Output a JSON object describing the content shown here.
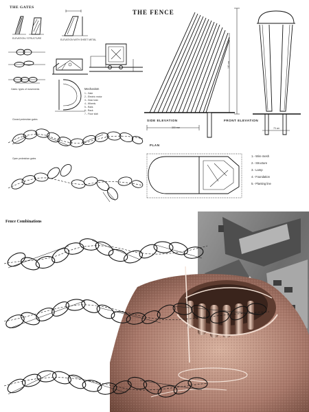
{
  "sheet": {
    "title_gates": "THE GATES",
    "title_fence": "THE FENCE",
    "title_combinations": "Fence Combinations"
  },
  "gates": {
    "elevation_label": "ELEVATION / STRUCTURE",
    "elevation_sheet_label": "ELEVATION WITH SHEET METAL",
    "gate_types_label": "Gates: types of movements",
    "closed_label": "Closed pedestrian gates",
    "open_label": "Open pedestrian gates",
    "mechanism_title": "Mechanism",
    "mechanism_items": [
      "1.- Gate",
      "2.- Electric motor",
      "3.- Gear train",
      "4.- Wheels",
      "5.- Rails",
      "6.- Rack",
      "7.- Floor slab"
    ]
  },
  "fence": {
    "side_elevation": "SIDE ELEVATION",
    "front_elevation": "FRONT ELEVATION",
    "plan": "PLAN",
    "dim_height": "180 cm",
    "dim_base": "300 mm",
    "dim_front": "70 cm",
    "legend": [
      "1.- Wire mesh",
      "2.- Structure",
      "3.- Lamp",
      "4.- Foundation",
      "5.- Planting line"
    ]
  },
  "colors": {
    "ink": "#111111",
    "paper": "#ffffff",
    "copper": "#8a5a44",
    "copper_light": "#c9a08c",
    "photo_gray": "#6e6e6e"
  },
  "icons": [
    "fence-loop-icon",
    "gate-icon",
    "lamp-icon"
  ]
}
